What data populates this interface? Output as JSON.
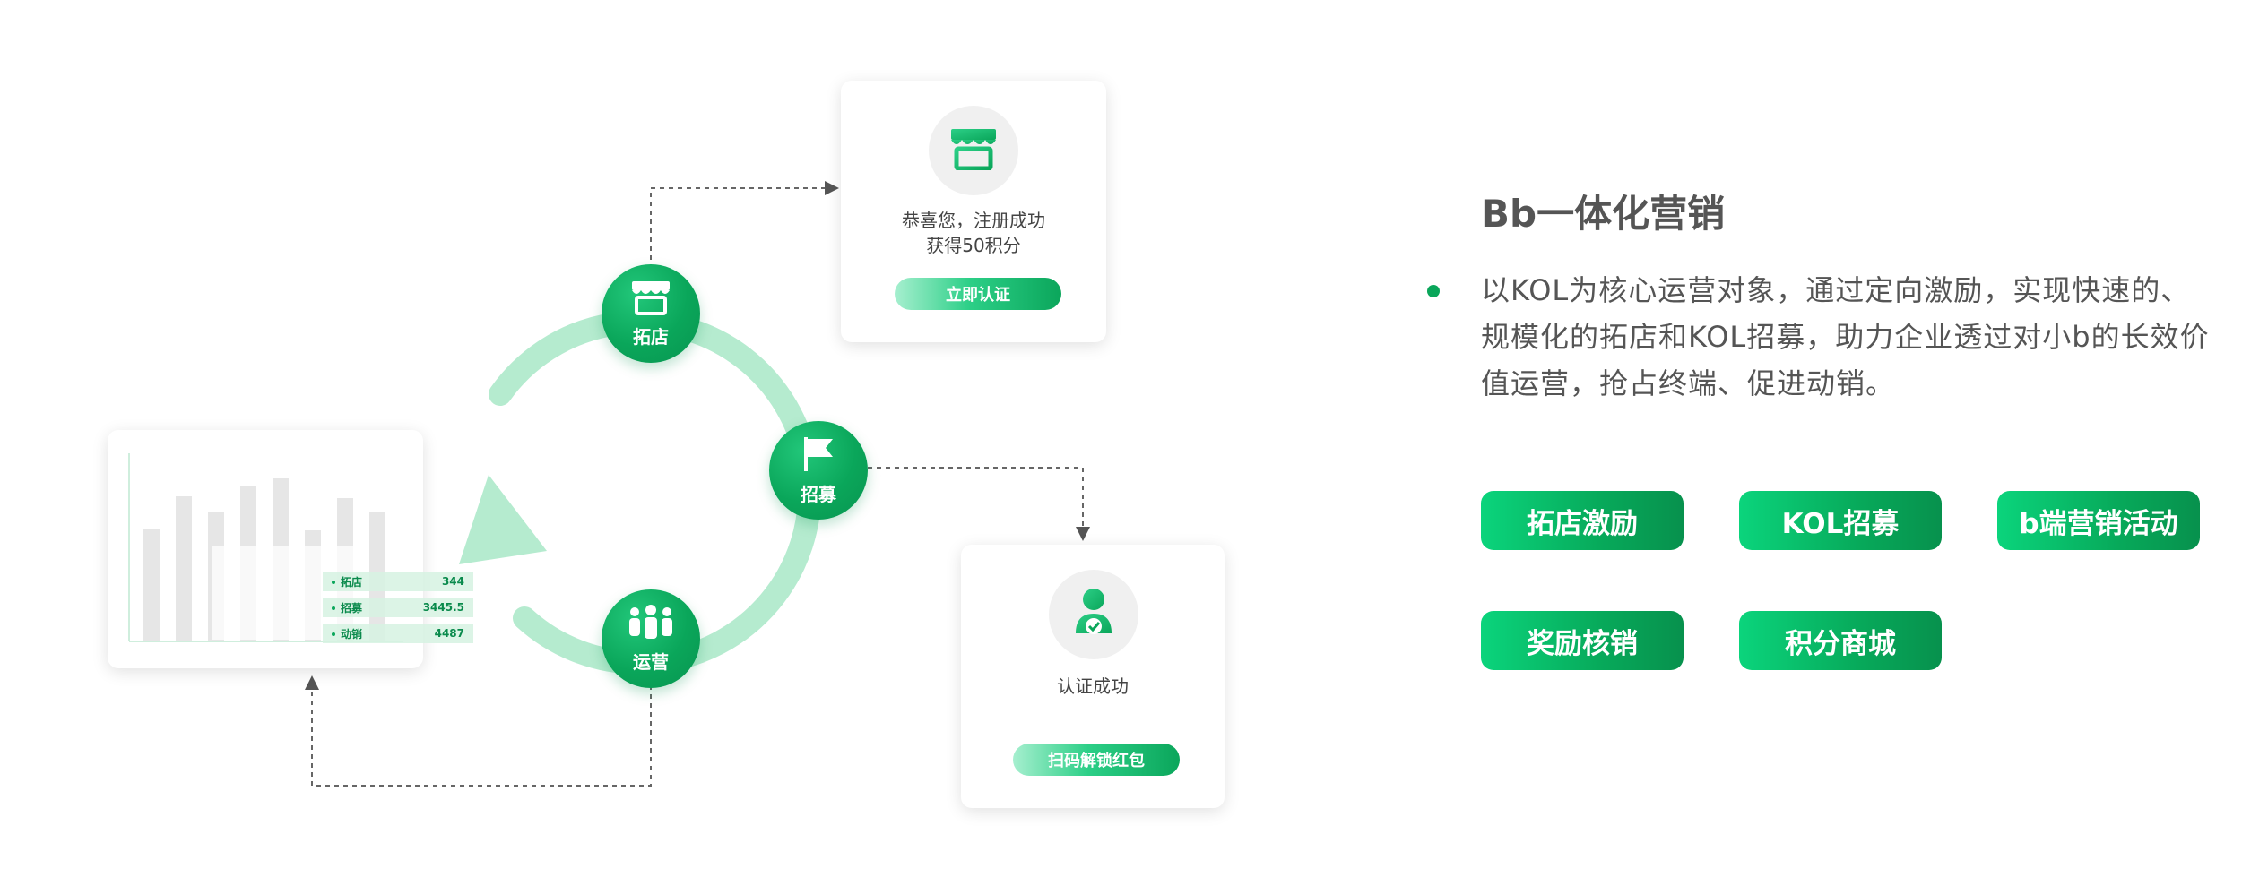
{
  "colors": {
    "accent": "#0aa65a",
    "ring": "#b5ebcf",
    "dash": "#666666",
    "text": "#555555"
  },
  "cycle": {
    "nodes": [
      {
        "label": "拓店",
        "icon": "storefront-icon"
      },
      {
        "label": "招募",
        "icon": "flag-icon"
      },
      {
        "label": "运营",
        "icon": "people-icon"
      }
    ]
  },
  "card_register": {
    "icon": "storefront-icon",
    "line1": "恭喜您，注册成功",
    "line2": "获得50积分",
    "button": "立即认证"
  },
  "card_verify": {
    "icon": "verified-user-icon",
    "text": "认证成功",
    "button": "扫码解锁红包"
  },
  "dashboard": {
    "rows": [
      {
        "label": "拓店",
        "value": "344"
      },
      {
        "label": "招募",
        "value": "3445.5"
      },
      {
        "label": "动销",
        "value": "4487"
      }
    ]
  },
  "right": {
    "title": "Bb一体化营销",
    "paragraph": "以KOL为核心运营对象，通过定向激励，实现快速的、规模化的拓店和KOL招募，助力企业透过对小b的长效价值运营，抢占终端、促进动销。",
    "tags": [
      "拓店激励",
      "KOL招募",
      "b端营销活动",
      "奖励核销",
      "积分商城"
    ]
  }
}
